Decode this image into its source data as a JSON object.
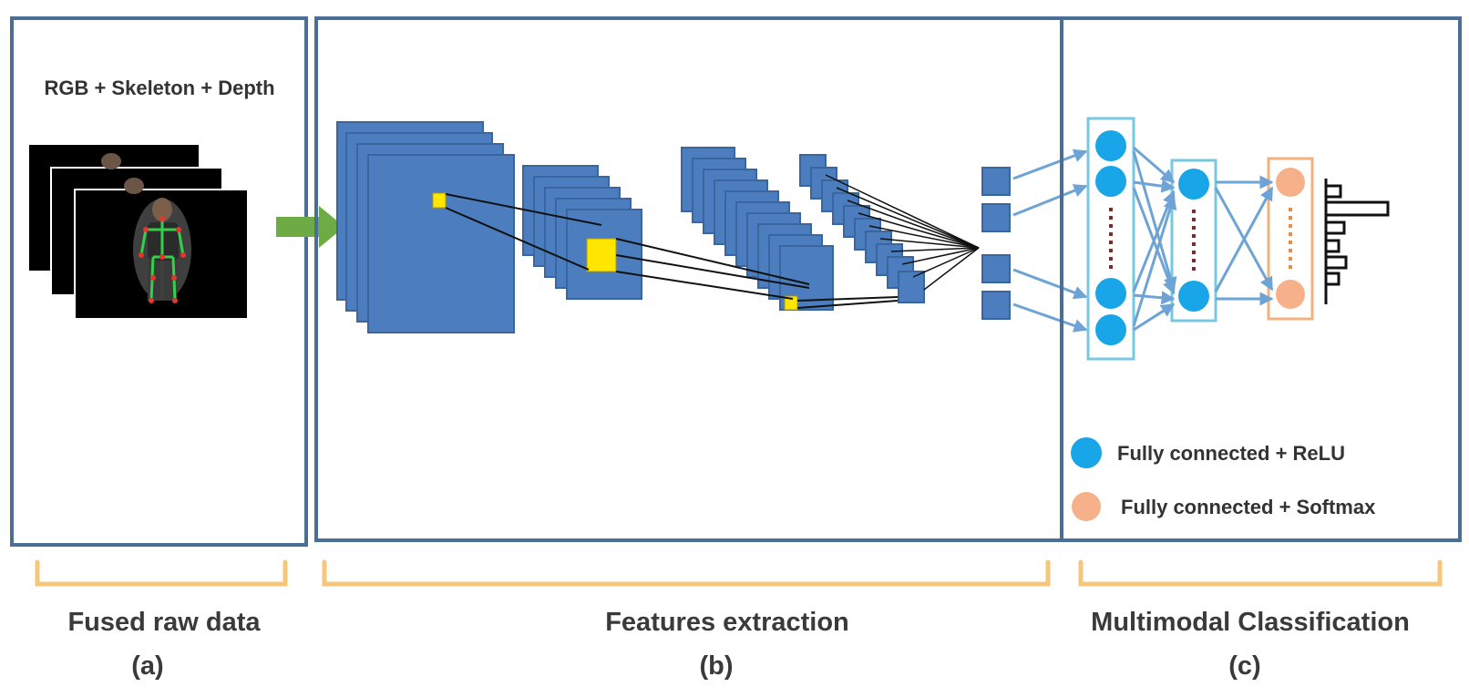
{
  "panel_a": {
    "input_label": "RGB + Skeleton + Depth",
    "section_title": "Fused raw data",
    "section_letter": "(a)"
  },
  "panel_b": {
    "section_title": "Features extraction",
    "section_letter": "(b)"
  },
  "panel_c": {
    "section_title": "Multimodal Classification",
    "section_letter": "(c)",
    "legend": [
      {
        "label": "Fully connected + ReLU",
        "color": "#18a6e8"
      },
      {
        "label": "Fully connected + Softmax",
        "color": "#f7b18a"
      }
    ]
  },
  "colors": {
    "panel_border": "#4a6f96",
    "feature_map_fill": "#4b7dbf",
    "feature_map_stroke": "#3a66a0",
    "receptive_field": "#ffe600",
    "arrow_green": "#6eab45",
    "fc_arrow": "#6ea3d6",
    "fc_box_stroke": "#78c8e0",
    "softmax_box_stroke": "#f3b17e",
    "bracket": "#f6c77a",
    "dots_relu": "#7a2d2d",
    "dots_softmax": "#f08a3c"
  }
}
